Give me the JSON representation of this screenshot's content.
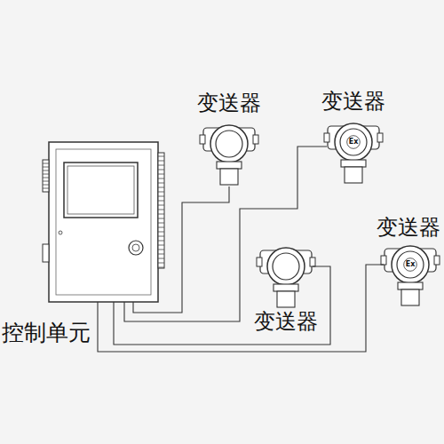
{
  "diagram": {
    "nodes": [
      {
        "text": [
          "控制单元"
        ]
      },
      {
        "text": [
          "变送器"
        ]
      },
      {
        "text": [
          "变送器"
        ]
      },
      {
        "text": [
          "变送器"
        ]
      },
      {
        "text": [
          "变送器"
        ]
      }
    ],
    "edges": [
      {
        "from": 0,
        "to": 1,
        "arrow": "none"
      },
      {
        "from": 0,
        "to": 2,
        "arrow": "none"
      },
      {
        "from": 0,
        "to": 3,
        "arrow": "none"
      },
      {
        "from": 0,
        "to": 4,
        "arrow": "none"
      }
    ],
    "labels": [
      "Ex",
      "Ex"
    ]
  }
}
